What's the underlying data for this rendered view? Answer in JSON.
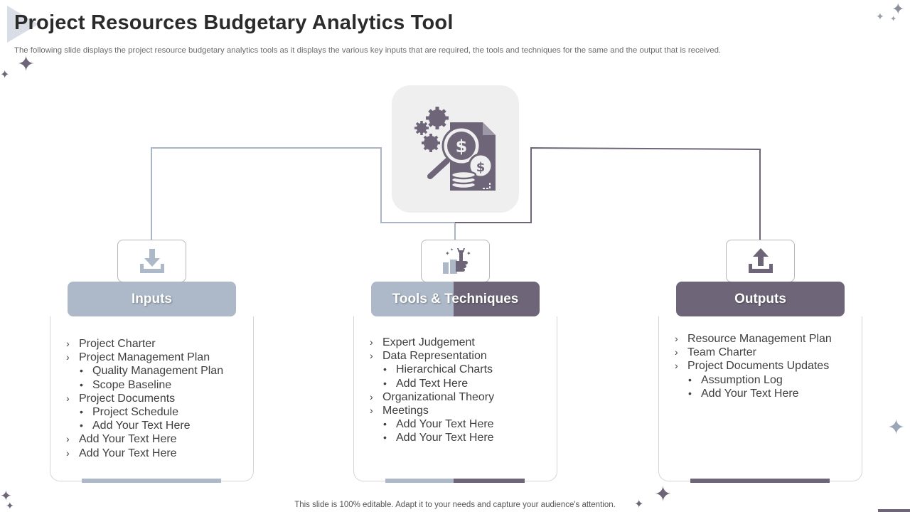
{
  "header": {
    "title": "Project Resources Budgetary Analytics Tool",
    "subtitle": "The following slide displays the project resource budgetary analytics tools as it displays the various key inputs that are required, the tools and techniques for the same and the output that is received."
  },
  "colors": {
    "light_slate": "#adb9c9",
    "dark_mauve": "#6e6678",
    "center_bg": "#efefef"
  },
  "center_icon": "budget-analytics-icon",
  "columns": [
    {
      "label": "Inputs",
      "icon": "download-icon",
      "items": [
        {
          "marker": "›",
          "text": "Project Charter",
          "level": 1
        },
        {
          "marker": "›",
          "text": "Project Management Plan",
          "level": 1
        },
        {
          "marker": "•",
          "text": "Quality Management Plan",
          "level": 2
        },
        {
          "marker": "•",
          "text": "Scope Baseline",
          "level": 2
        },
        {
          "marker": "›",
          "text": "Project Documents",
          "level": 1
        },
        {
          "marker": "•",
          "text": "Project Schedule",
          "level": 2
        },
        {
          "marker": "•",
          "text": "Add Your Text Here",
          "level": 2
        },
        {
          "marker": "›",
          "text": "Add Your Text Here",
          "level": 1
        },
        {
          "marker": "›",
          "text": "Add Your Text Here",
          "level": 1
        }
      ]
    },
    {
      "label": "Tools & Techniques",
      "icon": "tools-icon",
      "items": [
        {
          "marker": "›",
          "text": "Expert Judgement",
          "level": 1
        },
        {
          "marker": "›",
          "text": "Data Representation",
          "level": 1
        },
        {
          "marker": "•",
          "text": "Hierarchical Charts",
          "level": 2
        },
        {
          "marker": "•",
          "text": "Add Text Here",
          "level": 2
        },
        {
          "marker": "›",
          "text": "Organizational Theory",
          "level": 1
        },
        {
          "marker": "›",
          "text": "Meetings",
          "level": 1
        },
        {
          "marker": "•",
          "text": "Add Your Text Here",
          "level": 2
        },
        {
          "marker": "•",
          "text": "Add Your Text Here",
          "level": 2
        }
      ]
    },
    {
      "label": "Outputs",
      "icon": "upload-icon",
      "items": [
        {
          "marker": "›",
          "text": "Resource Management Plan",
          "level": 1
        },
        {
          "marker": "›",
          "text": "Team Charter",
          "level": 1
        },
        {
          "marker": "›",
          "text": "Project Documents Updates",
          "level": 1
        },
        {
          "marker": "•",
          "text": "Assumption Log",
          "level": 2
        },
        {
          "marker": "•",
          "text": "Add Your Text Here",
          "level": 2
        }
      ]
    }
  ],
  "footer": "This slide is 100% editable. Adapt it to your needs and capture your audience's attention."
}
